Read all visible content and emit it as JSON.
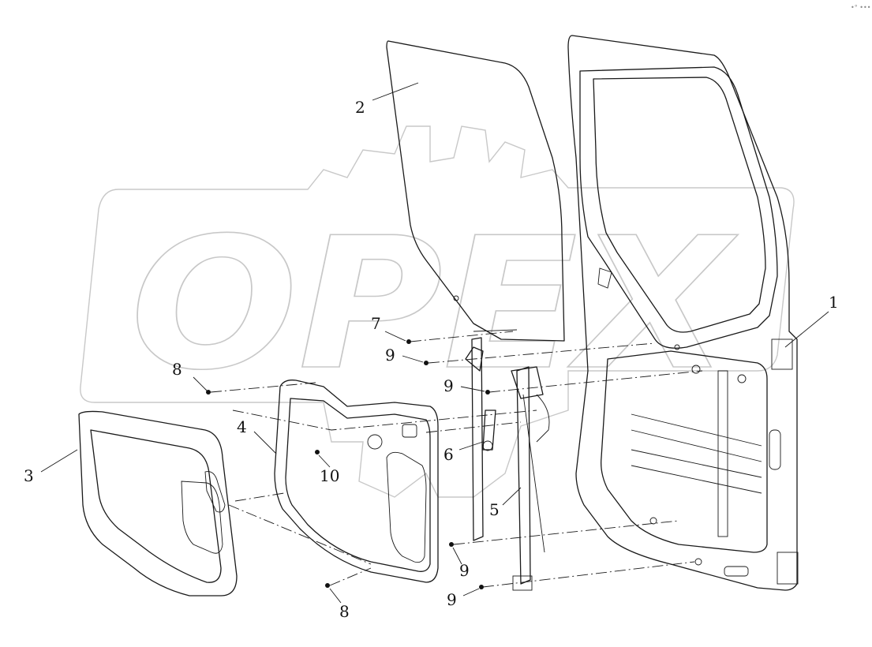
{
  "watermark": {
    "text": "OPEX"
  },
  "corner_mark": "•° •••",
  "callouts": [
    {
      "id": "c1",
      "label": "1"
    },
    {
      "id": "c2",
      "label": "2"
    },
    {
      "id": "c3",
      "label": "3"
    },
    {
      "id": "c4",
      "label": "4"
    },
    {
      "id": "c5",
      "label": "5"
    },
    {
      "id": "c6",
      "label": "6"
    },
    {
      "id": "c7",
      "label": "7"
    },
    {
      "id": "c8a",
      "label": "8"
    },
    {
      "id": "c8b",
      "label": "8"
    },
    {
      "id": "c9a",
      "label": "9"
    },
    {
      "id": "c9b",
      "label": "9"
    },
    {
      "id": "c9c",
      "label": "9"
    },
    {
      "id": "c9d",
      "label": "9"
    },
    {
      "id": "c10",
      "label": "10"
    }
  ]
}
